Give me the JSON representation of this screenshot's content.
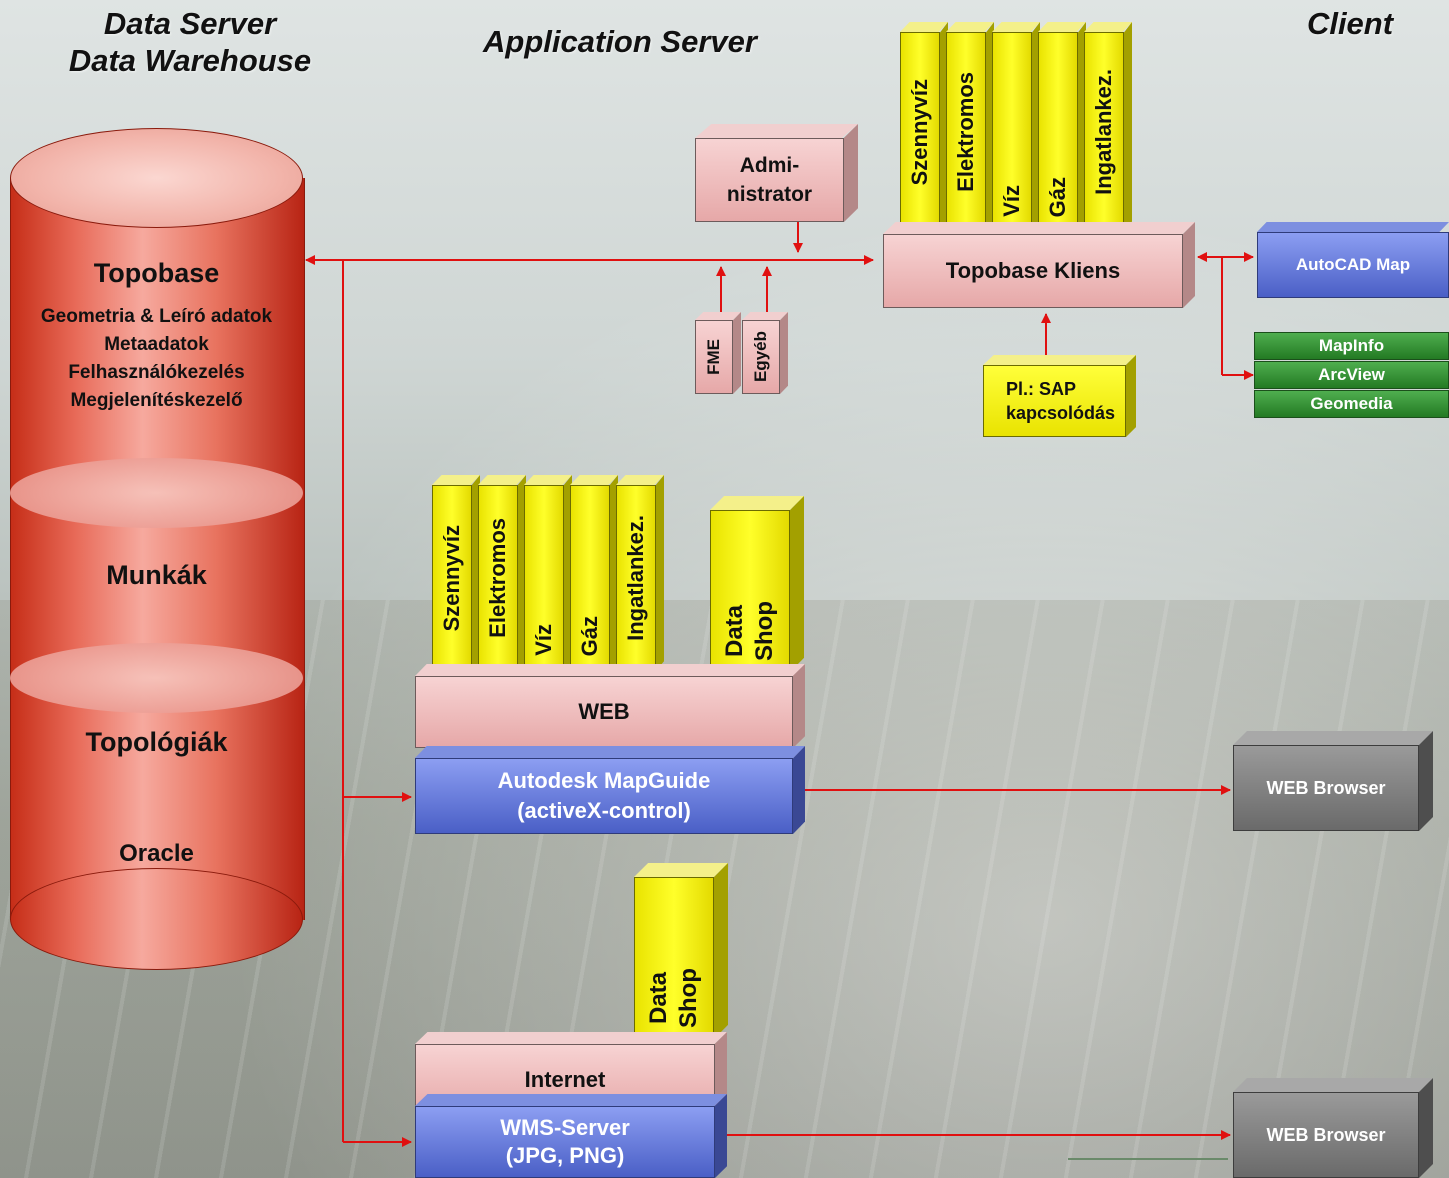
{
  "headers": {
    "data_server": "Data Server",
    "data_warehouse": "Data Warehouse",
    "application_server": "Application Server",
    "client": "Client"
  },
  "database": {
    "title": "Topobase",
    "lines": [
      "Geometria & Leíró adatok",
      "Metaadatok",
      "Felhasználókezelés",
      "Megjelenítéskezelő"
    ],
    "section_munkak": "Munkák",
    "section_topologiak": "Topológiák",
    "section_oracle": "Oracle"
  },
  "admin": {
    "label_line1": "Admi-",
    "label_line2": "nistrator"
  },
  "tools": {
    "fme": "FME",
    "egyeb": "Egyéb"
  },
  "topobase_client": {
    "modules": [
      "Szennyvíz",
      "Elektromos",
      "Víz",
      "Gáz",
      "Ingatlankez."
    ],
    "label": "Topobase Kliens",
    "sap_line1": "Pl.: SAP",
    "sap_line2": "kapcsolódás"
  },
  "client_apps": {
    "autocad": "AutoCAD Map",
    "mapinfo": "MapInfo",
    "arcview": "ArcView",
    "geomedia": "Geomedia"
  },
  "web_stack": {
    "modules": [
      "Szennyvíz",
      "Elektromos",
      "Víz",
      "Gáz",
      "Ingatlankez."
    ],
    "datashop_line1": "Data",
    "datashop_line2": "Shop",
    "web_label": "WEB",
    "mapguide_line1": "Autodesk MapGuide",
    "mapguide_line2": "(activeX-control)",
    "browser": "WEB Browser"
  },
  "internet_stack": {
    "datashop_line1": "Data",
    "datashop_line2": "Shop",
    "internet_label": "Internet",
    "wms_line1": "WMS-Server",
    "wms_line2": "(JPG, PNG)",
    "browser": "WEB Browser"
  },
  "colors": {
    "arrow": "#e01010",
    "cylinder": "#d8402c",
    "pink_box": "#f0c0c0",
    "blue_box": "#5a6fd0",
    "gray_box": "#808080",
    "yellow_module": "#ffff00",
    "green_button": "#2e8b2e"
  }
}
